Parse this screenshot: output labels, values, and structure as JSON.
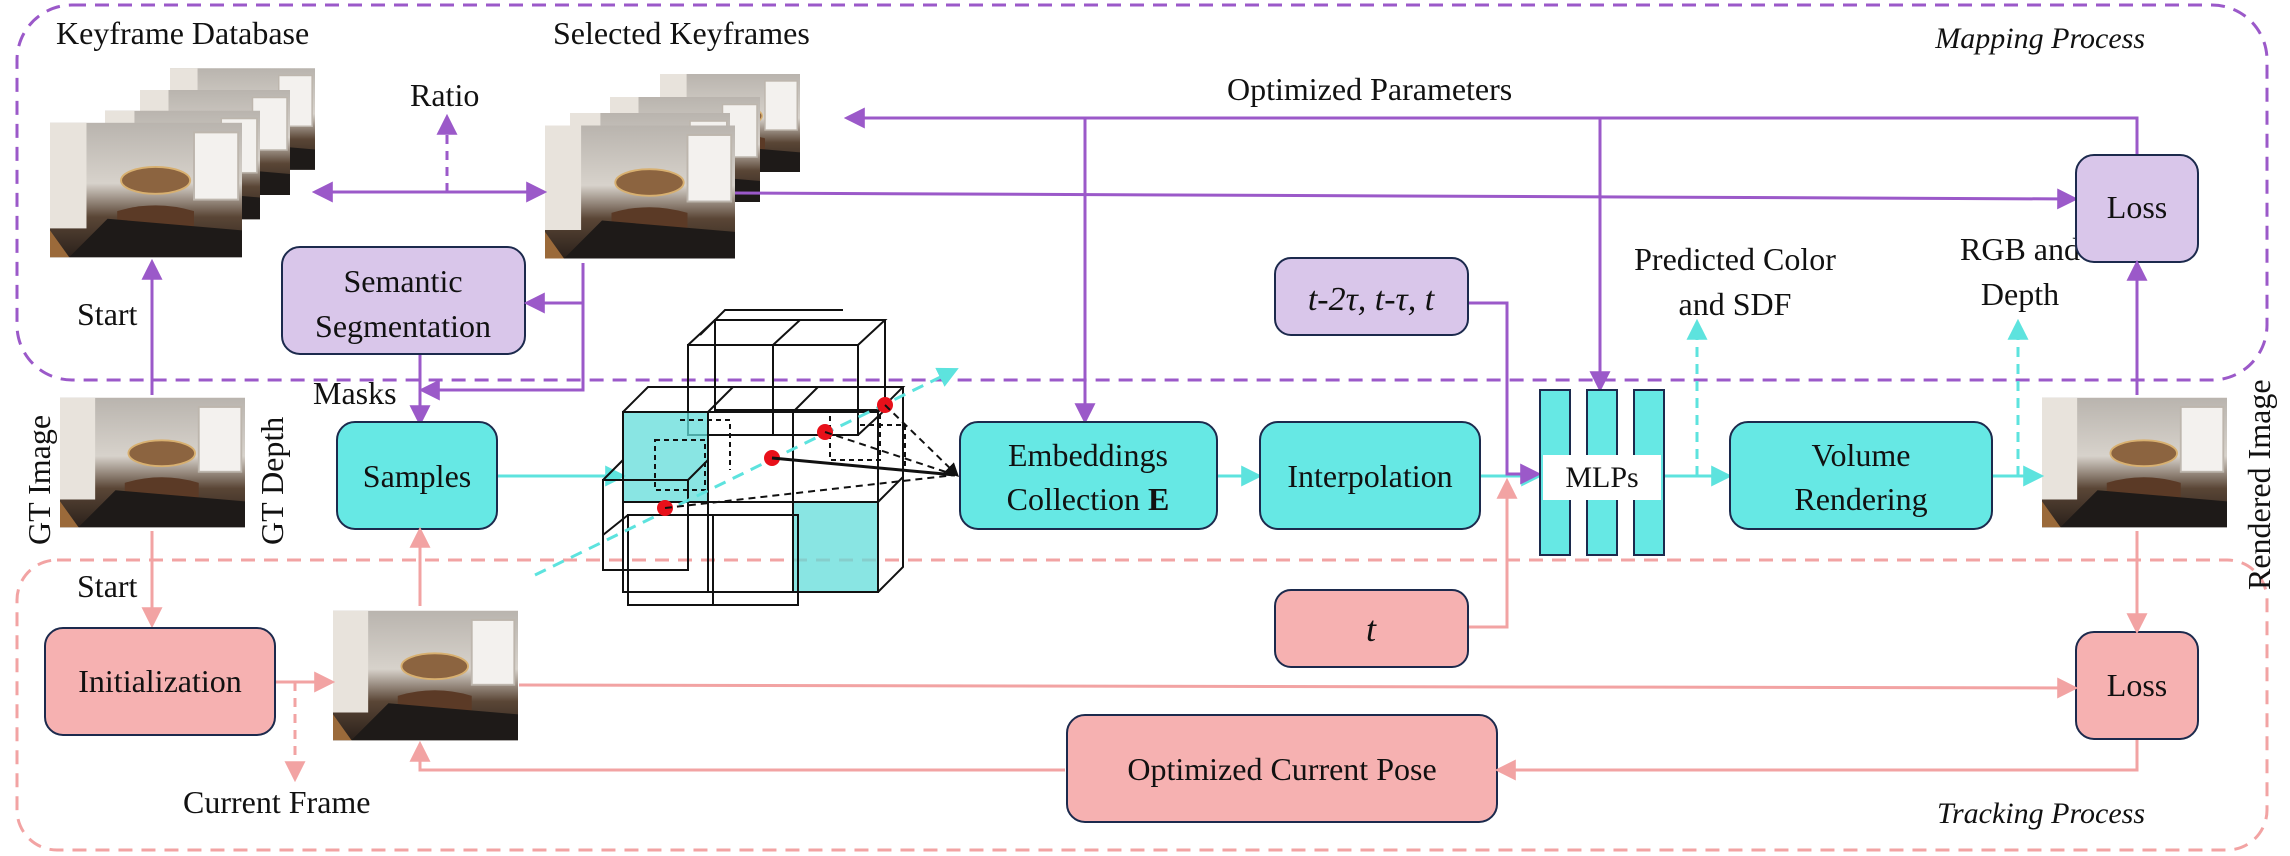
{
  "regions": {
    "mapping_label": "Mapping Process",
    "tracking_label": "Tracking Process"
  },
  "labels": {
    "keyframe_database": "Keyframe Database",
    "selected_keyframes": "Selected Keyframes",
    "ratio": "Ratio",
    "optimized_parameters": "Optimized Parameters",
    "start_top": "Start",
    "start_bottom": "Start",
    "masks": "Masks",
    "gt_image": "GT Image",
    "gt_depth": "GT Depth",
    "predicted_color_line1": "Predicted Color",
    "predicted_color_line2": "and SDF",
    "rgb_depth_line1": "RGB and",
    "rgb_depth_line2": "Depth",
    "rendered_image": "Rendered Image",
    "current_frame": "Current Frame"
  },
  "boxes": {
    "semantic_line1": "Semantic",
    "semantic_line2": "Segmentation",
    "samples": "Samples",
    "embeddings_line1": "Embeddings",
    "embeddings_line2": "Collection",
    "embeddings_bold": "E",
    "interpolation": "Interpolation",
    "time_inputs": "t-2τ, t-τ, t",
    "time_t": "t",
    "mlps": "MLPs",
    "volume_line1": "Volume",
    "volume_line2": "Rendering",
    "loss_top": "Loss",
    "loss_bottom": "Loss",
    "initialization": "Initialization",
    "optimized_pose": "Optimized Current Pose"
  },
  "colors": {
    "purple_fill": "#d9c6ea",
    "purple_line": "#9b59c9",
    "cyan_fill": "#66e8e4",
    "cyan_line": "#5de3de",
    "pink_fill": "#f6b1b1",
    "pink_line": "#f2a3a3",
    "box_border": "#1c2a4d"
  }
}
